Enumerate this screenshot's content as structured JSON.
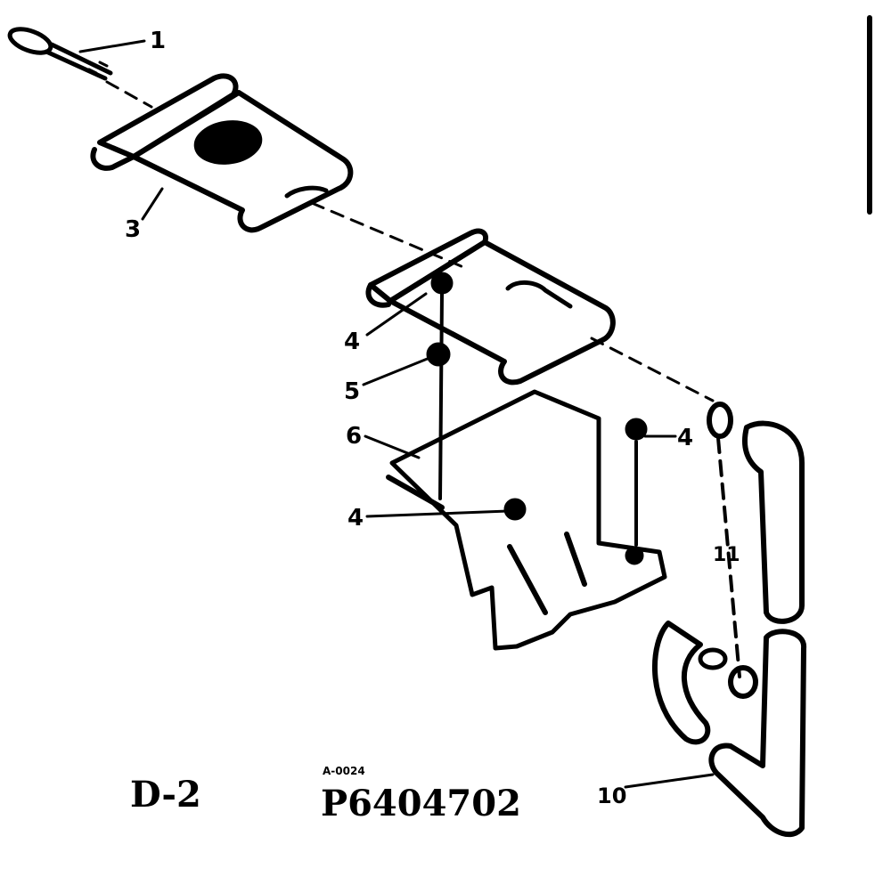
{
  "colors": {
    "ink": "#000000",
    "paper": "#ffffff"
  },
  "callouts": {
    "c1": "1",
    "c3": "3",
    "c4a": "4",
    "c5": "5",
    "c6": "6",
    "c4b": "4",
    "c4c": "4",
    "c11": "11",
    "c10": "10"
  },
  "footer": {
    "section": "D-2",
    "small_code": "A-0024",
    "part_number": "P6404702"
  }
}
